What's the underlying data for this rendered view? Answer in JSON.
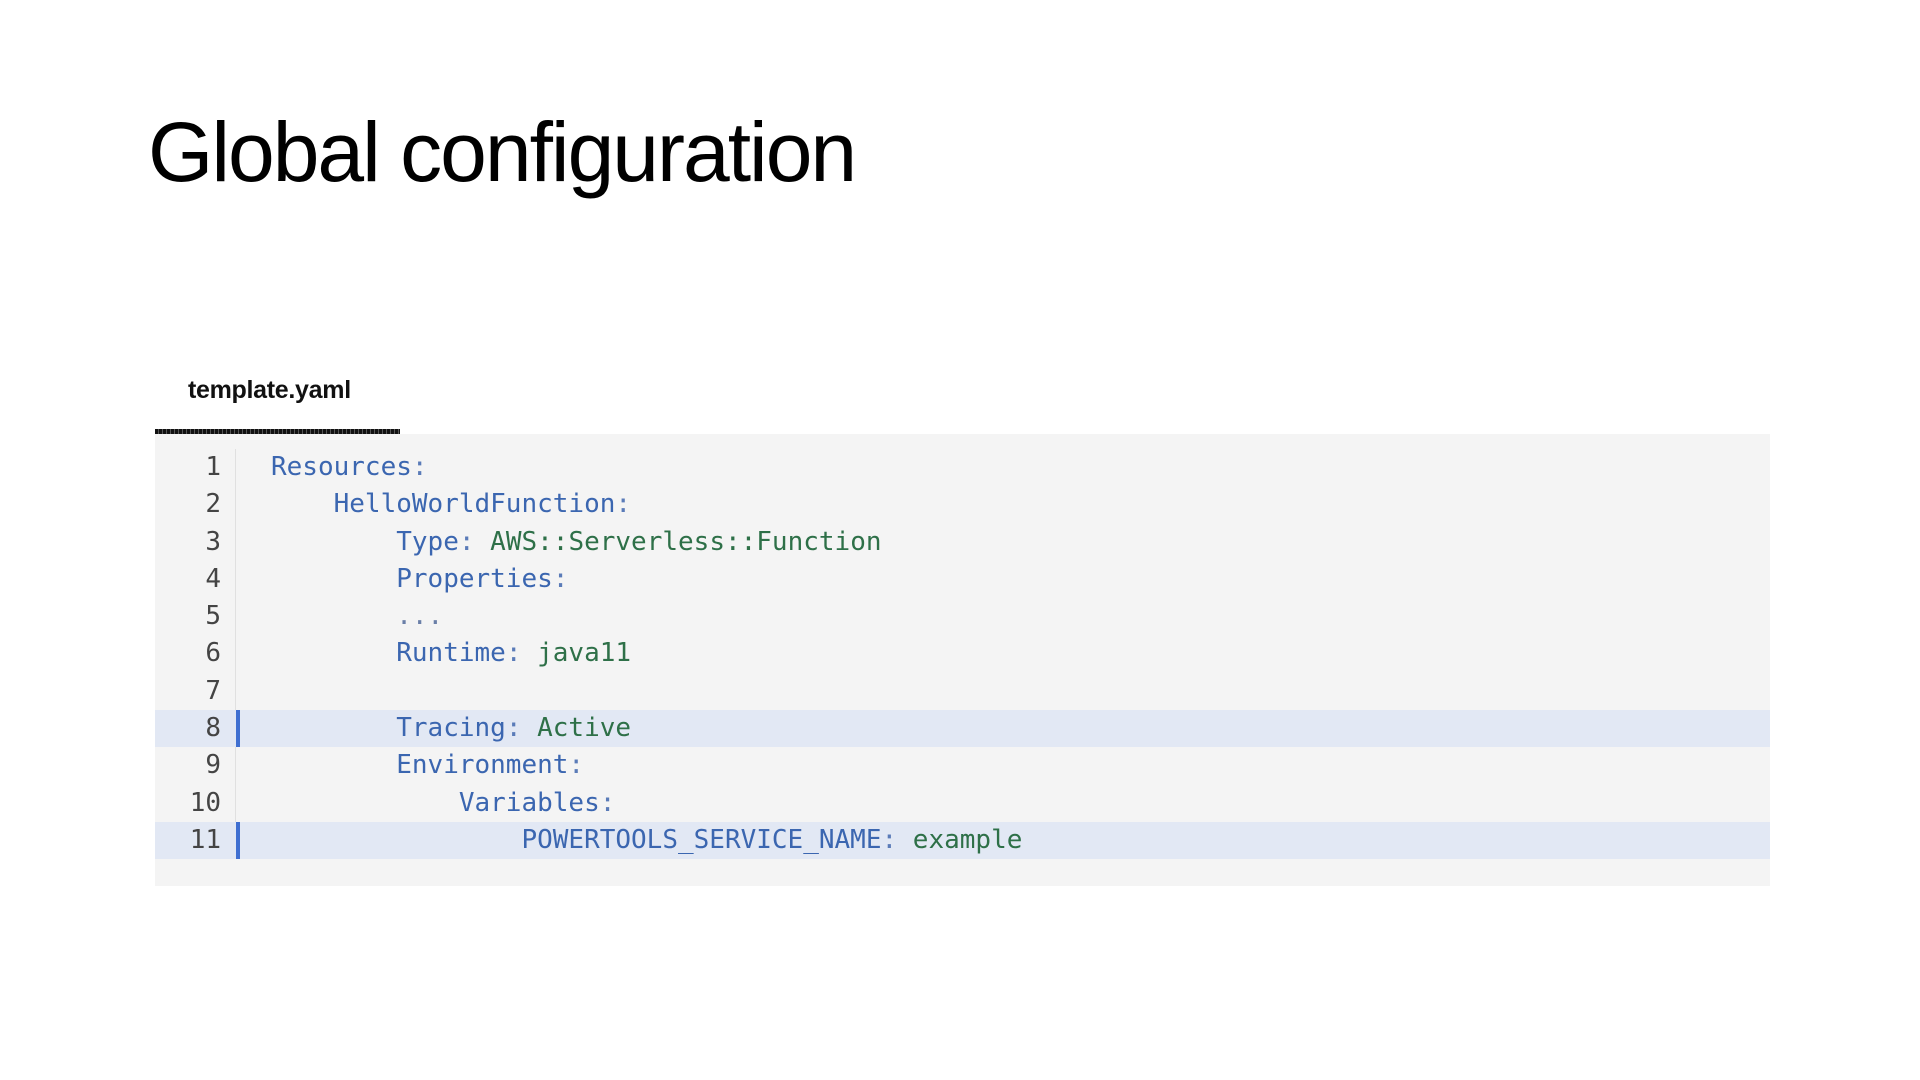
{
  "slide": {
    "title": "Global configuration"
  },
  "file_tabs": [
    {
      "label": "template.yaml",
      "active": true
    }
  ],
  "code": {
    "language": "yaml",
    "highlighted_lines": [
      8,
      11
    ],
    "lines": [
      {
        "number": "1",
        "indent": "",
        "key": "Resources",
        "sep": ":",
        "value": ""
      },
      {
        "number": "2",
        "indent": "    ",
        "key": "HelloWorldFunction",
        "sep": ":",
        "value": ""
      },
      {
        "number": "3",
        "indent": "        ",
        "key": "Type",
        "sep": ": ",
        "value": "AWS::Serverless::Function"
      },
      {
        "number": "4",
        "indent": "        ",
        "key": "Properties",
        "sep": ":",
        "value": ""
      },
      {
        "number": "5",
        "indent": "        ",
        "key": "...",
        "sep": "",
        "value": ""
      },
      {
        "number": "6",
        "indent": "        ",
        "key": "Runtime",
        "sep": ": ",
        "value": "java11"
      },
      {
        "number": "7",
        "indent": "",
        "key": "",
        "sep": "",
        "value": ""
      },
      {
        "number": "8",
        "indent": "        ",
        "key": "Tracing",
        "sep": ": ",
        "value": "Active"
      },
      {
        "number": "9",
        "indent": "        ",
        "key": "Environment",
        "sep": ":",
        "value": ""
      },
      {
        "number": "10",
        "indent": "            ",
        "key": "Variables",
        "sep": ":",
        "value": ""
      },
      {
        "number": "11",
        "indent": "                ",
        "key": "POWERTOOLS_SERVICE_NAME",
        "sep": ": ",
        "value": "example"
      }
    ]
  },
  "colors": {
    "key": "#3b66b0",
    "value": "#2e7048",
    "highlight_bg": "#e2e8f4",
    "highlight_bar": "#3f6fd1",
    "code_bg": "#f4f4f4"
  }
}
